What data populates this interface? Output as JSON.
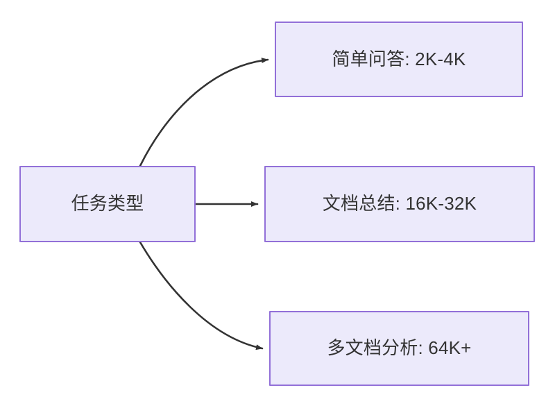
{
  "diagram": {
    "type": "flowchart",
    "direction": "left-to-right",
    "theme": {
      "node_fill": "#ECEAFB",
      "node_border": "#9270D8",
      "edge_color": "#333333",
      "text_color": "#333333",
      "background": "#FFFFFF"
    },
    "nodes": [
      {
        "id": "root",
        "label": "任务类型"
      },
      {
        "id": "simple_qa",
        "label": "简单问答: 2K-4K"
      },
      {
        "id": "doc_summary",
        "label": "文档总结: 16K-32K"
      },
      {
        "id": "multi_doc",
        "label": "多文档分析: 64K+"
      }
    ],
    "edges": [
      {
        "from": "root",
        "to": "simple_qa",
        "style": "curved",
        "arrow": "arrow-head-icon",
        "label": ""
      },
      {
        "from": "root",
        "to": "doc_summary",
        "style": "straight",
        "arrow": "arrow-head-icon",
        "label": ""
      },
      {
        "from": "root",
        "to": "multi_doc",
        "style": "curved",
        "arrow": "arrow-head-icon",
        "label": ""
      }
    ]
  }
}
